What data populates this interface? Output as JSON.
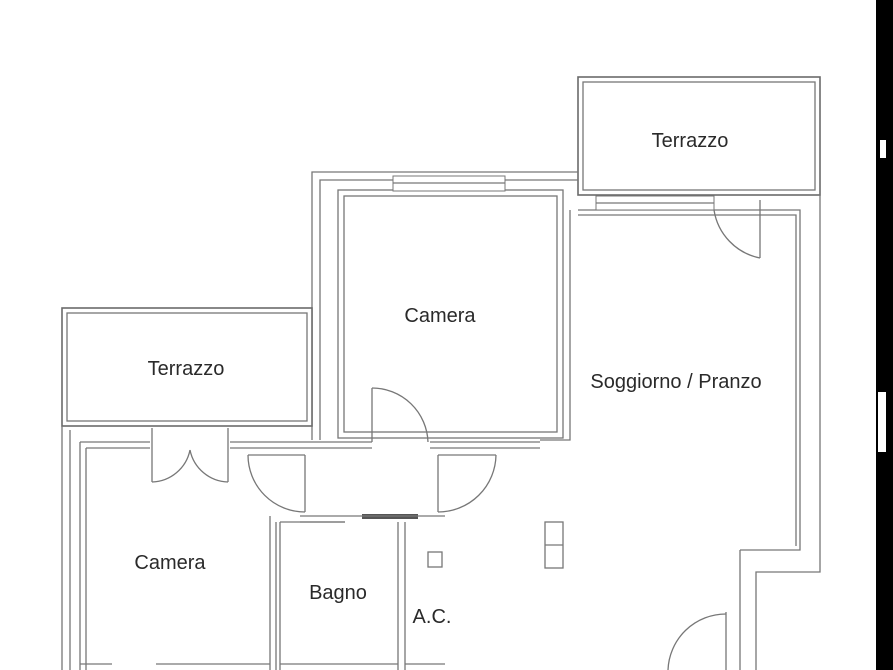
{
  "rooms": {
    "terrazzo_top": "Terrazzo",
    "camera_top": "Camera",
    "soggiorno": "Soggiorno / Pranzo",
    "terrazzo_left": "Terrazzo",
    "camera_left": "Camera",
    "bagno": "Bagno",
    "ac": "A.C."
  }
}
